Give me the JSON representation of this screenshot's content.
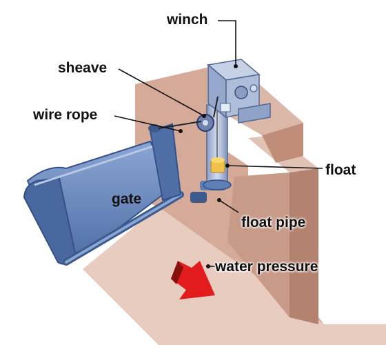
{
  "labels": {
    "winch": "winch",
    "sheave": "sheave",
    "wire_rope": "wire rope",
    "gate": "gate",
    "float": "float",
    "float_pipe": "float pipe",
    "water_pressure": "water pressure"
  },
  "colors": {
    "concrete_top": "#d9b3a3",
    "concrete_floor": "#e8ccc0",
    "concrete_side": "#c89a88",
    "concrete_dark": "#b4836f",
    "gate_blue": "#5d7fb6",
    "gate_light": "#8aa6d4",
    "gate_dark": "#3c5a8c",
    "winch_blue": "#a9b8d6",
    "float_yellow": "#f0c24a",
    "arrow_red": "#e21c1c",
    "leader_line": "#111111"
  }
}
